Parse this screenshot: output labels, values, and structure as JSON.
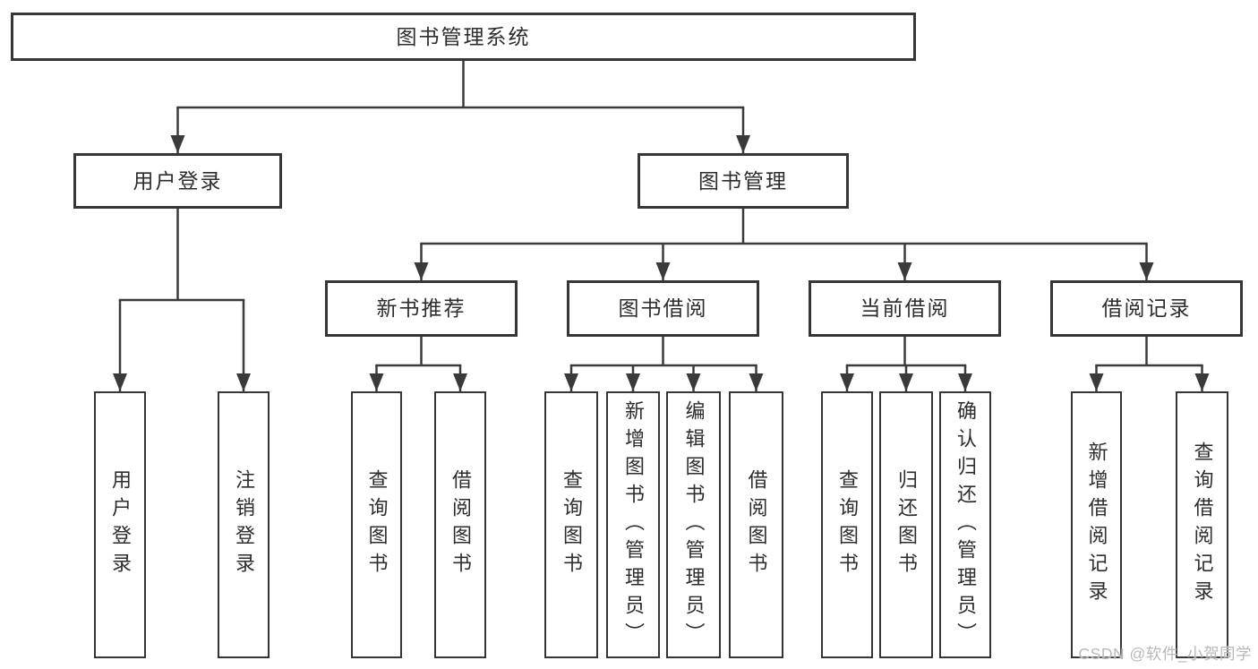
{
  "nodes": {
    "root": "图书管理系统",
    "user_login": "用户登录",
    "book_mgmt": "图书管理",
    "new_book_rec": "新书推荐",
    "book_borrow": "图书借阅",
    "current_borrow": "当前借阅",
    "borrow_record": "借阅记录",
    "ul_login": "用户登录",
    "ul_logout": "注销登录",
    "nb_query": "查询图书",
    "nb_borrow": "借阅图书",
    "bb_query": "查询图书",
    "bb_add": "新增图书（管理员）",
    "bb_edit": "编辑图书（管理员）",
    "bb_borrow": "借阅图书",
    "cb_query": "查询图书",
    "cb_return": "归还图书",
    "cb_confirm": "确认归还（管理员）",
    "br_add": "新增借阅记录",
    "br_query": "查询借阅记录"
  },
  "watermark": "CSDN @软件_小贺同学",
  "colors": {
    "line": "#3a3a3a",
    "border": "#363636",
    "text": "#2d2d2d",
    "watermark": "#b9b9b9",
    "background": "#ffffff"
  }
}
